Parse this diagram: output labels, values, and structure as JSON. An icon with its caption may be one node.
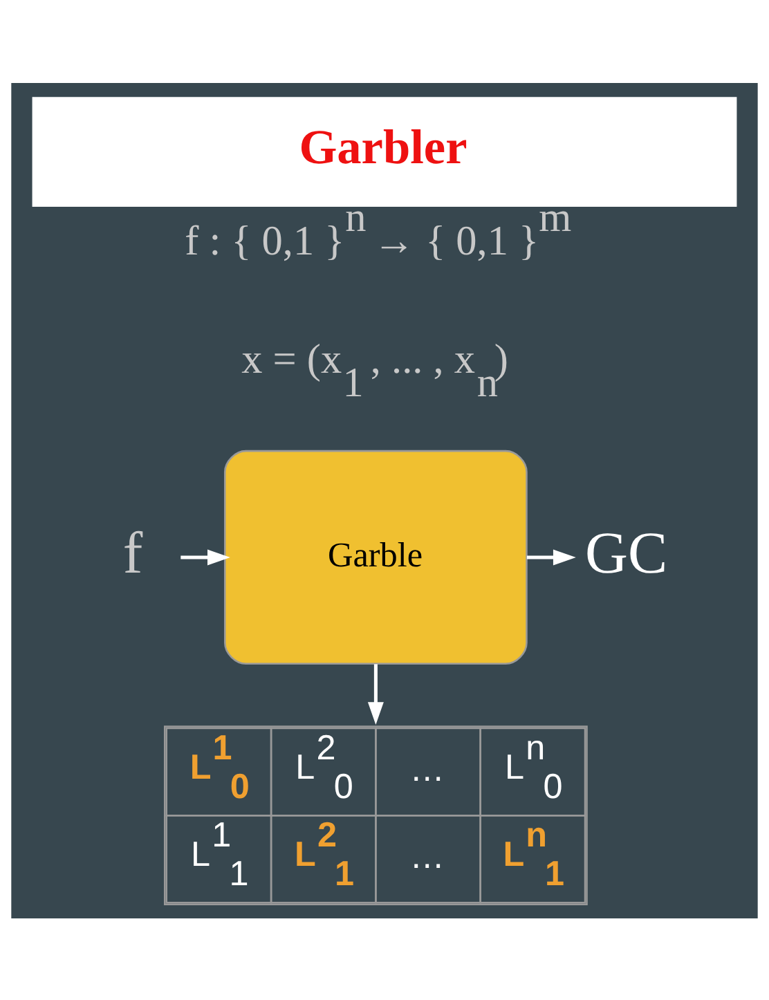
{
  "diagram": {
    "title": "Garbler",
    "nodes": [
      {
        "text": [
          "f"
        ]
      },
      {
        "text": [
          "Garble"
        ]
      },
      {
        "text": [
          "GC"
        ]
      },
      {
        "text": [
          "L$^{1}$$_{0}$",
          "L$^{2}$$_{0}$",
          "…",
          "L$^{n}$$_{0}$",
          "L$^{1}$$_{1}$",
          "L$^{2}$$_{1}$",
          "…",
          "L$^{n}$$_{1}$"
        ]
      }
    ],
    "edges": [
      {
        "from": 0,
        "to": 1,
        "arrow": "to"
      },
      {
        "from": 1,
        "to": 2,
        "arrow": "to"
      },
      {
        "from": 1,
        "to": 3,
        "arrow": "to"
      }
    ],
    "labels": [
      "f : { 0,1 }$^{n}$ → { 0,1 }$^{m}$",
      "x = (x$_{1}$ , ... , x$_{n}$)"
    ]
  }
}
